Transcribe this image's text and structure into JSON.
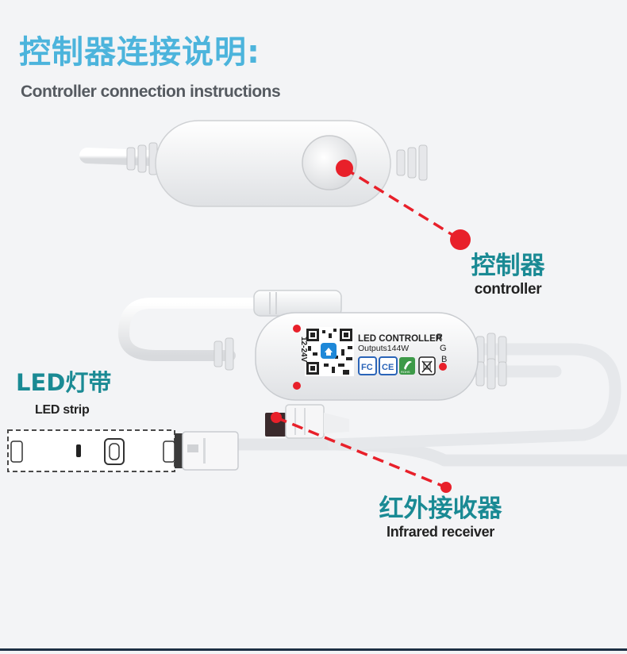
{
  "header": {
    "title_cn": "控制器连接说明:",
    "title_en": "Controller connection instructions"
  },
  "labels": {
    "controller": {
      "cn": "控制器",
      "en": "controller"
    },
    "strip": {
      "cn": "LED灯带",
      "en": "LED strip"
    },
    "ir": {
      "cn": "红外接收器",
      "en": "Infrared receiver"
    }
  },
  "device": {
    "name": "LED CONTROLLER",
    "output": "Outputs144W",
    "voltage": "12-24V",
    "channels": [
      "R",
      "G",
      "B"
    ],
    "badges": [
      "FC",
      "CE",
      "ROHS"
    ]
  },
  "colors": {
    "title_accent": "#4cb4dc",
    "label_teal": "#1a8a94",
    "pointer_red": "#e8202a",
    "device_white": "#fafafa"
  }
}
